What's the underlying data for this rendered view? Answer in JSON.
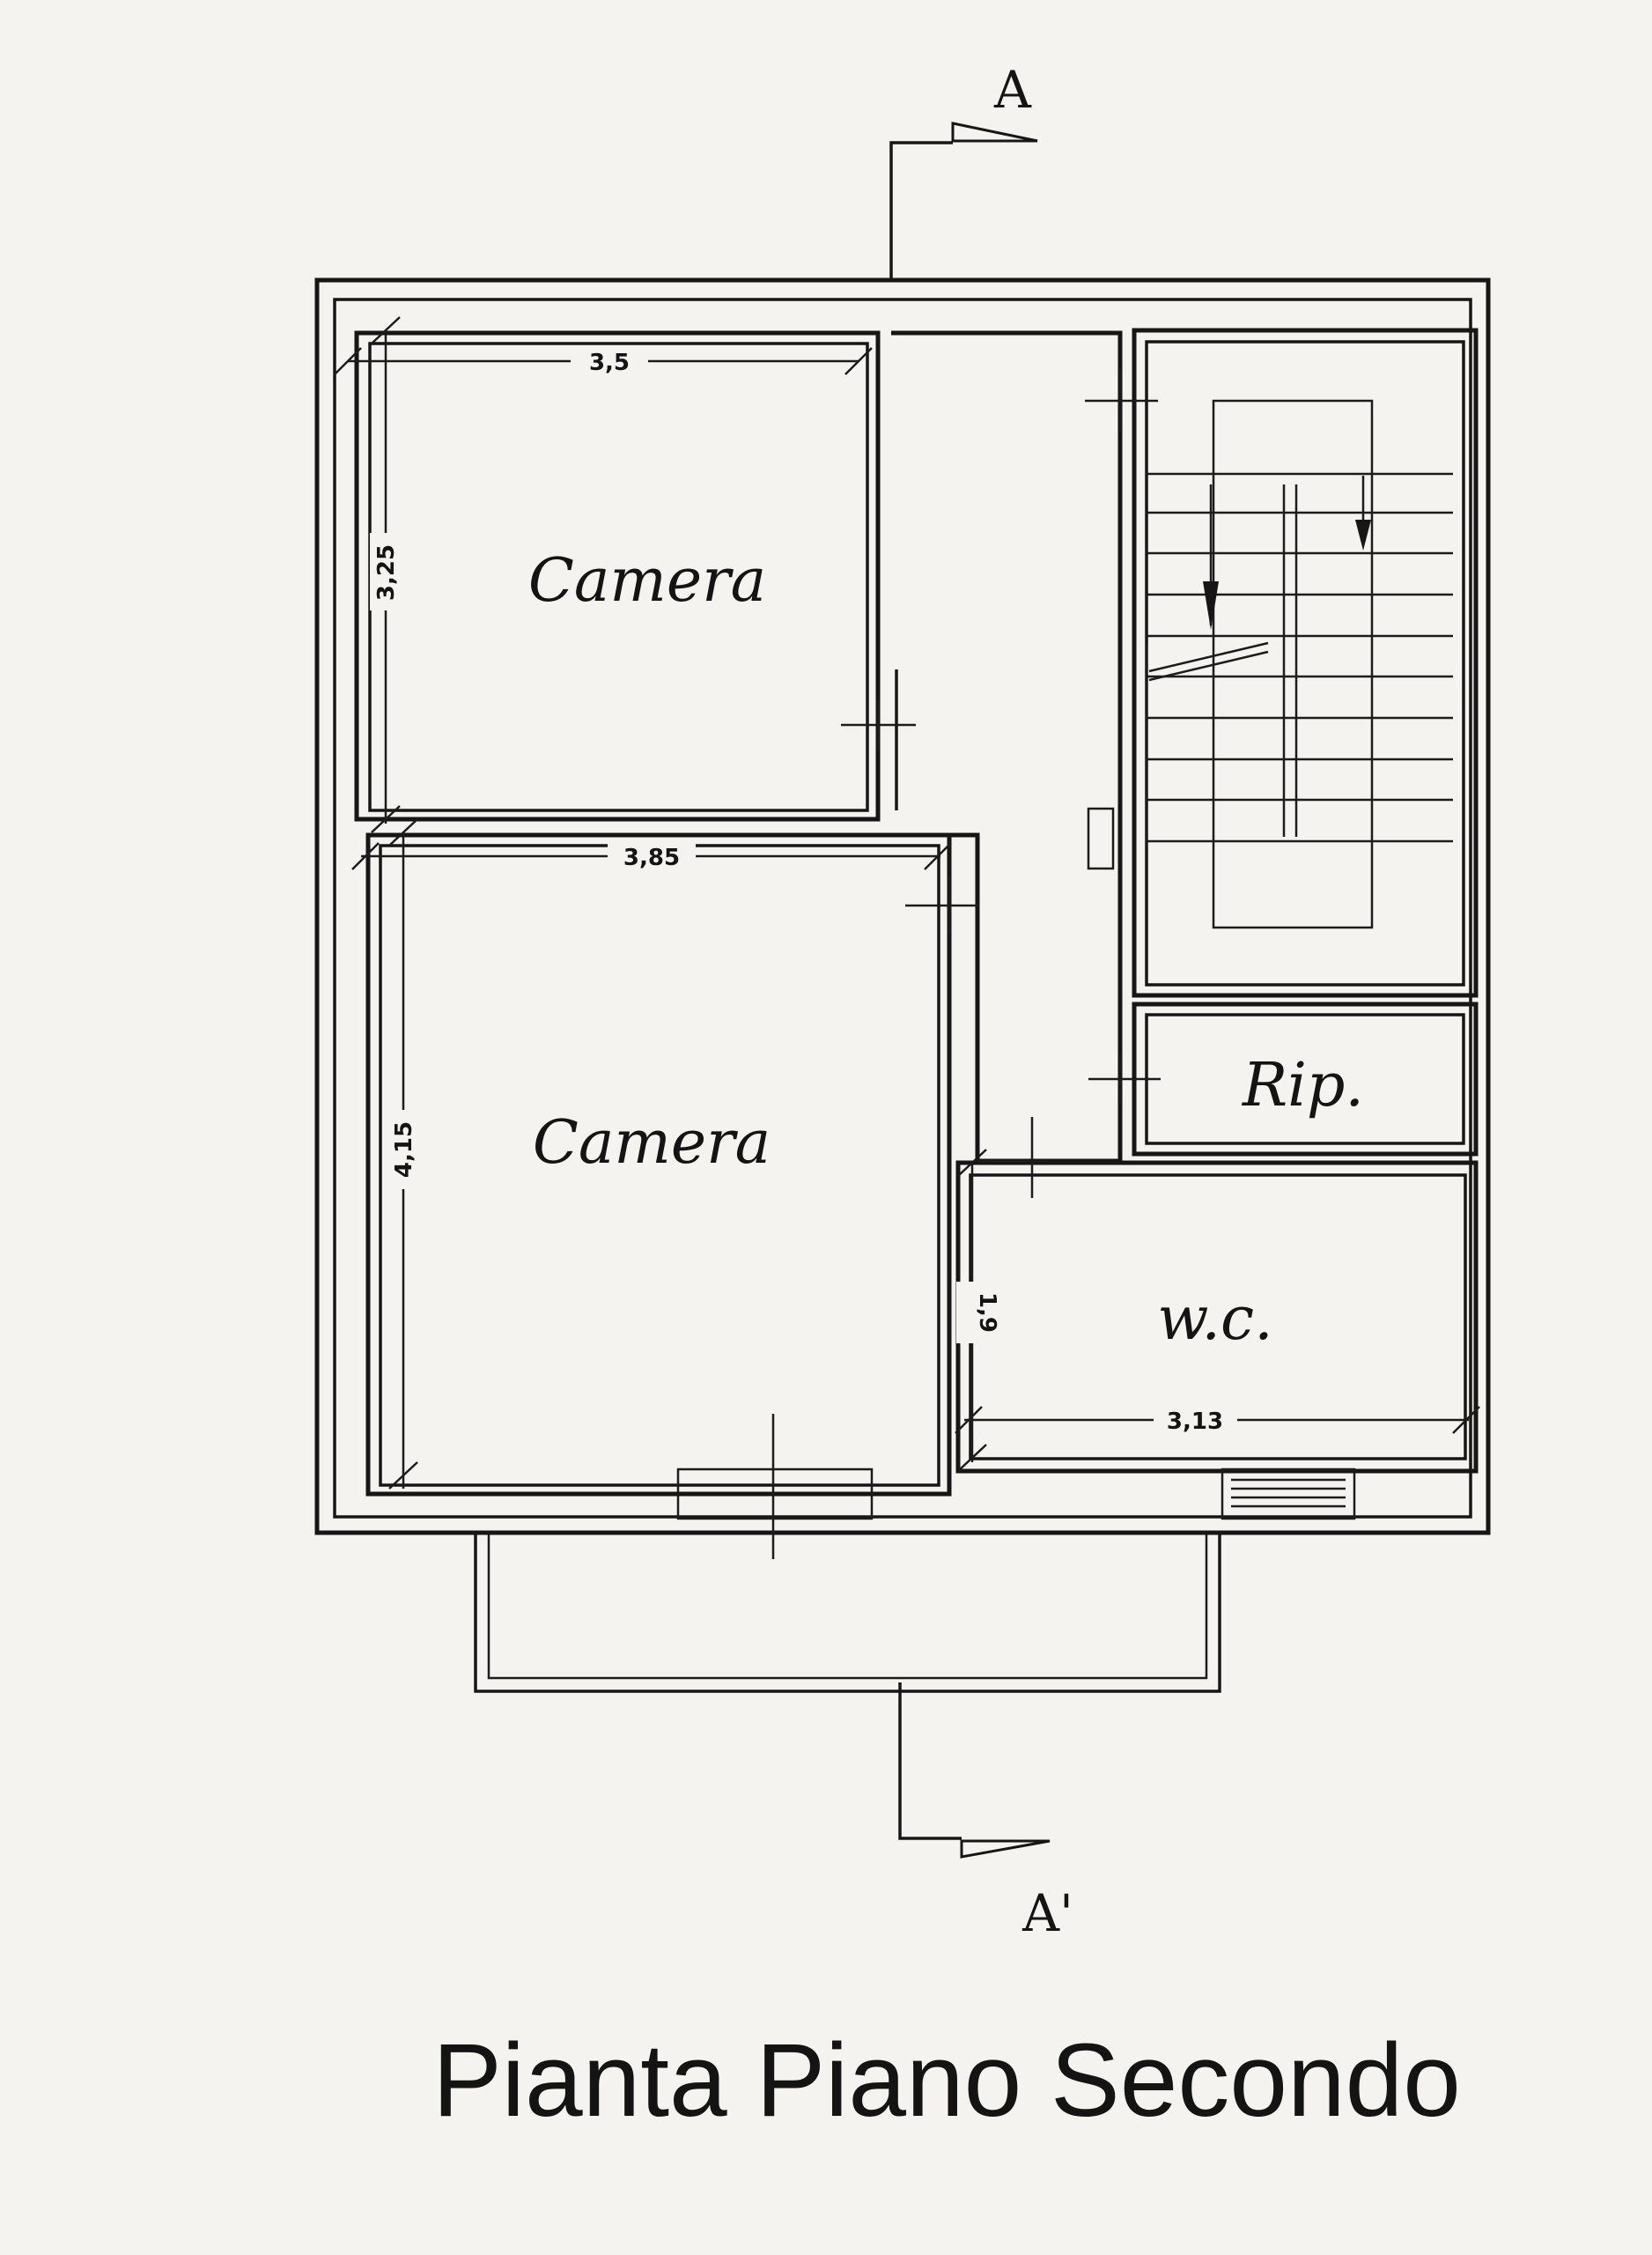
{
  "title": "Pianta Piano Secondo",
  "section_marks": {
    "top": "A",
    "bottom": "A'"
  },
  "rooms": [
    {
      "id": "camera-1",
      "label": "Camera"
    },
    {
      "id": "camera-2",
      "label": "Camera"
    },
    {
      "id": "ripostiglio",
      "label": "Rip."
    },
    {
      "id": "wc",
      "label": "w.c."
    }
  ],
  "dimensions": {
    "camera_1_width": "3,5",
    "camera_1_depth": "3,25",
    "camera_2_width": "3,85",
    "camera_2_depth": "4,15",
    "wc_width": "3,13",
    "wc_depth": "1,9"
  },
  "colors": {
    "ink": "#161616",
    "paper": "#f4f3ef"
  }
}
